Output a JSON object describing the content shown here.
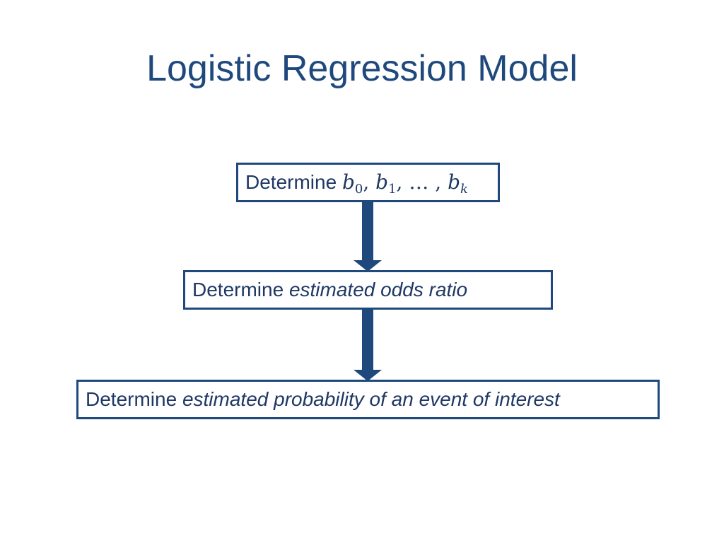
{
  "slide": {
    "title": "Logistic Regression Model"
  },
  "steps": [
    {
      "prefix": "Determine",
      "math": {
        "b": "b",
        "sub0": "0",
        "sub1": "1",
        "ellipsis": "…",
        "subk": "k"
      }
    },
    {
      "prefix": "Determine",
      "emphasis": "estimated odds ratio"
    },
    {
      "prefix": "Determine",
      "emphasis": "estimated probability of an event of interest"
    }
  ],
  "colors": {
    "title": "#1f497d",
    "box_border": "#1f497d",
    "arrow": "#1f497d",
    "text": "#1f3864"
  }
}
